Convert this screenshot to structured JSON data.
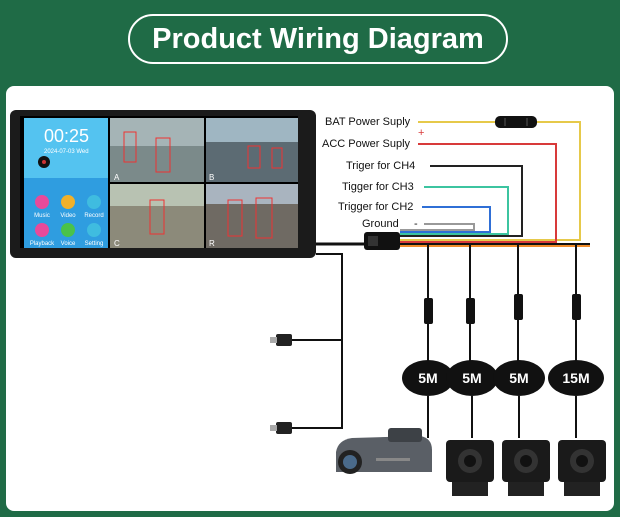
{
  "header": {
    "title": "Product Wiring Diagram"
  },
  "device_screen": {
    "clock": "00:25",
    "date": "2024-07-03 Wed",
    "apps": [
      "Music",
      "Video",
      "Record",
      "Playback",
      "Voice",
      "Setting"
    ],
    "quadrant_labels": [
      "A",
      "B",
      "C",
      "R"
    ]
  },
  "wiring": {
    "wires": [
      {
        "label": "BAT Power Suply",
        "color": "#e6c94a"
      },
      {
        "label": "ACC Power Suply",
        "color": "#d83a3a",
        "sign": "+"
      },
      {
        "label": "Triger for CH4",
        "color": "#222222"
      },
      {
        "label": "Tigger for CH3",
        "color": "#3cc4a0"
      },
      {
        "label": "Trigger for CH2",
        "color": "#2f6fd6"
      },
      {
        "label": "Ground",
        "color": "#999999",
        "sign": "-"
      }
    ],
    "cables": [
      "5M",
      "5M",
      "5M",
      "15M"
    ]
  },
  "icons": [
    "clock-icon",
    "music-icon",
    "video-icon",
    "record-icon",
    "playback-icon",
    "voice-icon",
    "setting-icon",
    "dashcam-icon",
    "camera-icon",
    "fuse-icon",
    "connector-icon"
  ]
}
